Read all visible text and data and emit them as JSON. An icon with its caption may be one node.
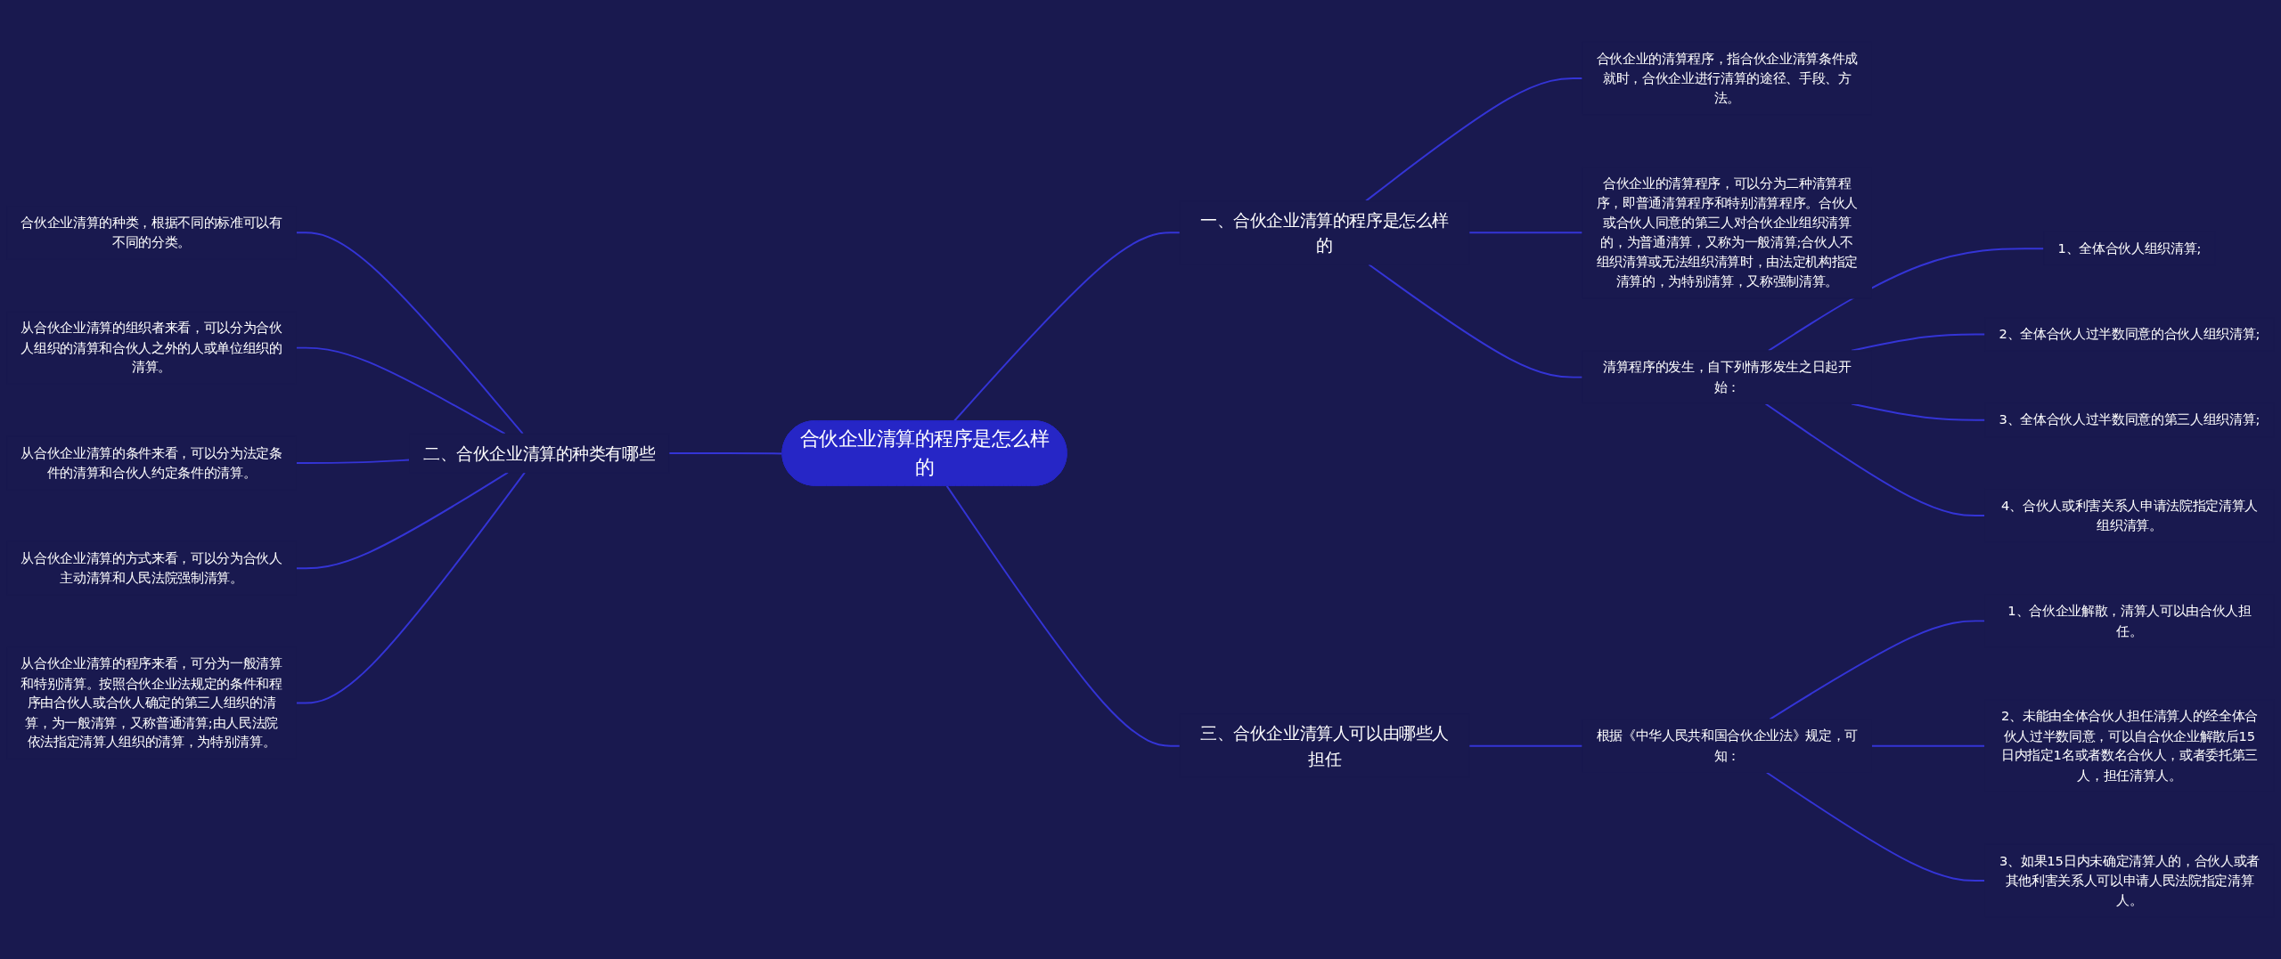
{
  "diagram": {
    "nodes": [
      {
        "text": [
          "合伙企业清算的程序是怎么样的"
        ]
      },
      {
        "text": [
          "一、合伙企业清算的程序是怎么样的"
        ]
      },
      {
        "text": [
          "合伙企业的清算程序，指合伙企业清算条件成就时，合伙企业进行清算的途径、手段、方法。"
        ]
      },
      {
        "text": [
          "合伙企业的清算程序，可以分为二种清算程序，即普通清算程序和特别清算程序。合伙人或合伙人同意的第三人对合伙企业组织清算的，为普通清算，又称为一般清算;合伙人不组织清算或无法组织清算时，由法定机构指定清算的，为特别清算，又称强制清算。"
        ]
      },
      {
        "text": [
          "清算程序的发生，自下列情形发生之日起开始："
        ]
      },
      {
        "text": [
          "1、全体合伙人组织清算;"
        ]
      },
      {
        "text": [
          "2、全体合伙人过半数同意的合伙人组织清算;"
        ]
      },
      {
        "text": [
          "3、全体合伙人过半数同意的第三人组织清算;"
        ]
      },
      {
        "text": [
          "4、合伙人或利害关系人申请法院指定清算人组织清算。"
        ]
      },
      {
        "text": [
          "二、合伙企业清算的种类有哪些"
        ]
      },
      {
        "text": [
          "合伙企业清算的种类，根据不同的标准可以有不同的分类。"
        ]
      },
      {
        "text": [
          "从合伙企业清算的组织者来看，可以分为合伙人组织的清算和合伙人之外的人或单位组织的清算。"
        ]
      },
      {
        "text": [
          "从合伙企业清算的条件来看，可以分为法定条件的清算和合伙人约定条件的清算。"
        ]
      },
      {
        "text": [
          "从合伙企业清算的方式来看，可以分为合伙人主动清算和人民法院强制清算。"
        ]
      },
      {
        "text": [
          "从合伙企业清算的程序来看，可分为一般清算和特别清算。按照合伙企业法规定的条件和程序由合伙人或合伙人确定的第三人组织的清算，为一般清算，又称普通清算;由人民法院依法指定清算人组织的清算，为特别清算。"
        ]
      },
      {
        "text": [
          "三、合伙企业清算人可以由哪些人担任"
        ]
      },
      {
        "text": [
          "根据《中华人民共和国合伙企业法》规定，可知："
        ]
      },
      {
        "text": [
          "1、合伙企业解散，清算人可以由合伙人担任。"
        ]
      },
      {
        "text": [
          "2、未能由全体合伙人担任清算人的经全体合伙人过半数同意，可以自合伙企业解散后15日内指定1名或者数名合伙人，或者委托第三人，担任清算人。"
        ]
      },
      {
        "text": [
          "3、如果15日内未确定清算人的，合伙人或者其他利害关系人可以申请人民法院指定清算人。"
        ]
      }
    ],
    "edges": [
      {
        "from": 0,
        "to": 1,
        "arrow": "none"
      },
      {
        "from": 1,
        "to": 2,
        "arrow": "none"
      },
      {
        "from": 1,
        "to": 3,
        "arrow": "none"
      },
      {
        "from": 1,
        "to": 4,
        "arrow": "none"
      },
      {
        "from": 4,
        "to": 5,
        "arrow": "none"
      },
      {
        "from": 4,
        "to": 6,
        "arrow": "none"
      },
      {
        "from": 4,
        "to": 7,
        "arrow": "none"
      },
      {
        "from": 4,
        "to": 8,
        "arrow": "none"
      },
      {
        "from": 0,
        "to": 9,
        "arrow": "none"
      },
      {
        "from": 9,
        "to": 10,
        "arrow": "none"
      },
      {
        "from": 9,
        "to": 11,
        "arrow": "none"
      },
      {
        "from": 9,
        "to": 12,
        "arrow": "none"
      },
      {
        "from": 9,
        "to": 13,
        "arrow": "none"
      },
      {
        "from": 9,
        "to": 14,
        "arrow": "none"
      },
      {
        "from": 0,
        "to": 15,
        "arrow": "none"
      },
      {
        "from": 15,
        "to": 16,
        "arrow": "none"
      },
      {
        "from": 16,
        "to": 17,
        "arrow": "none"
      },
      {
        "from": 16,
        "to": 18,
        "arrow": "none"
      },
      {
        "from": 16,
        "to": 19,
        "arrow": "none"
      }
    ]
  }
}
